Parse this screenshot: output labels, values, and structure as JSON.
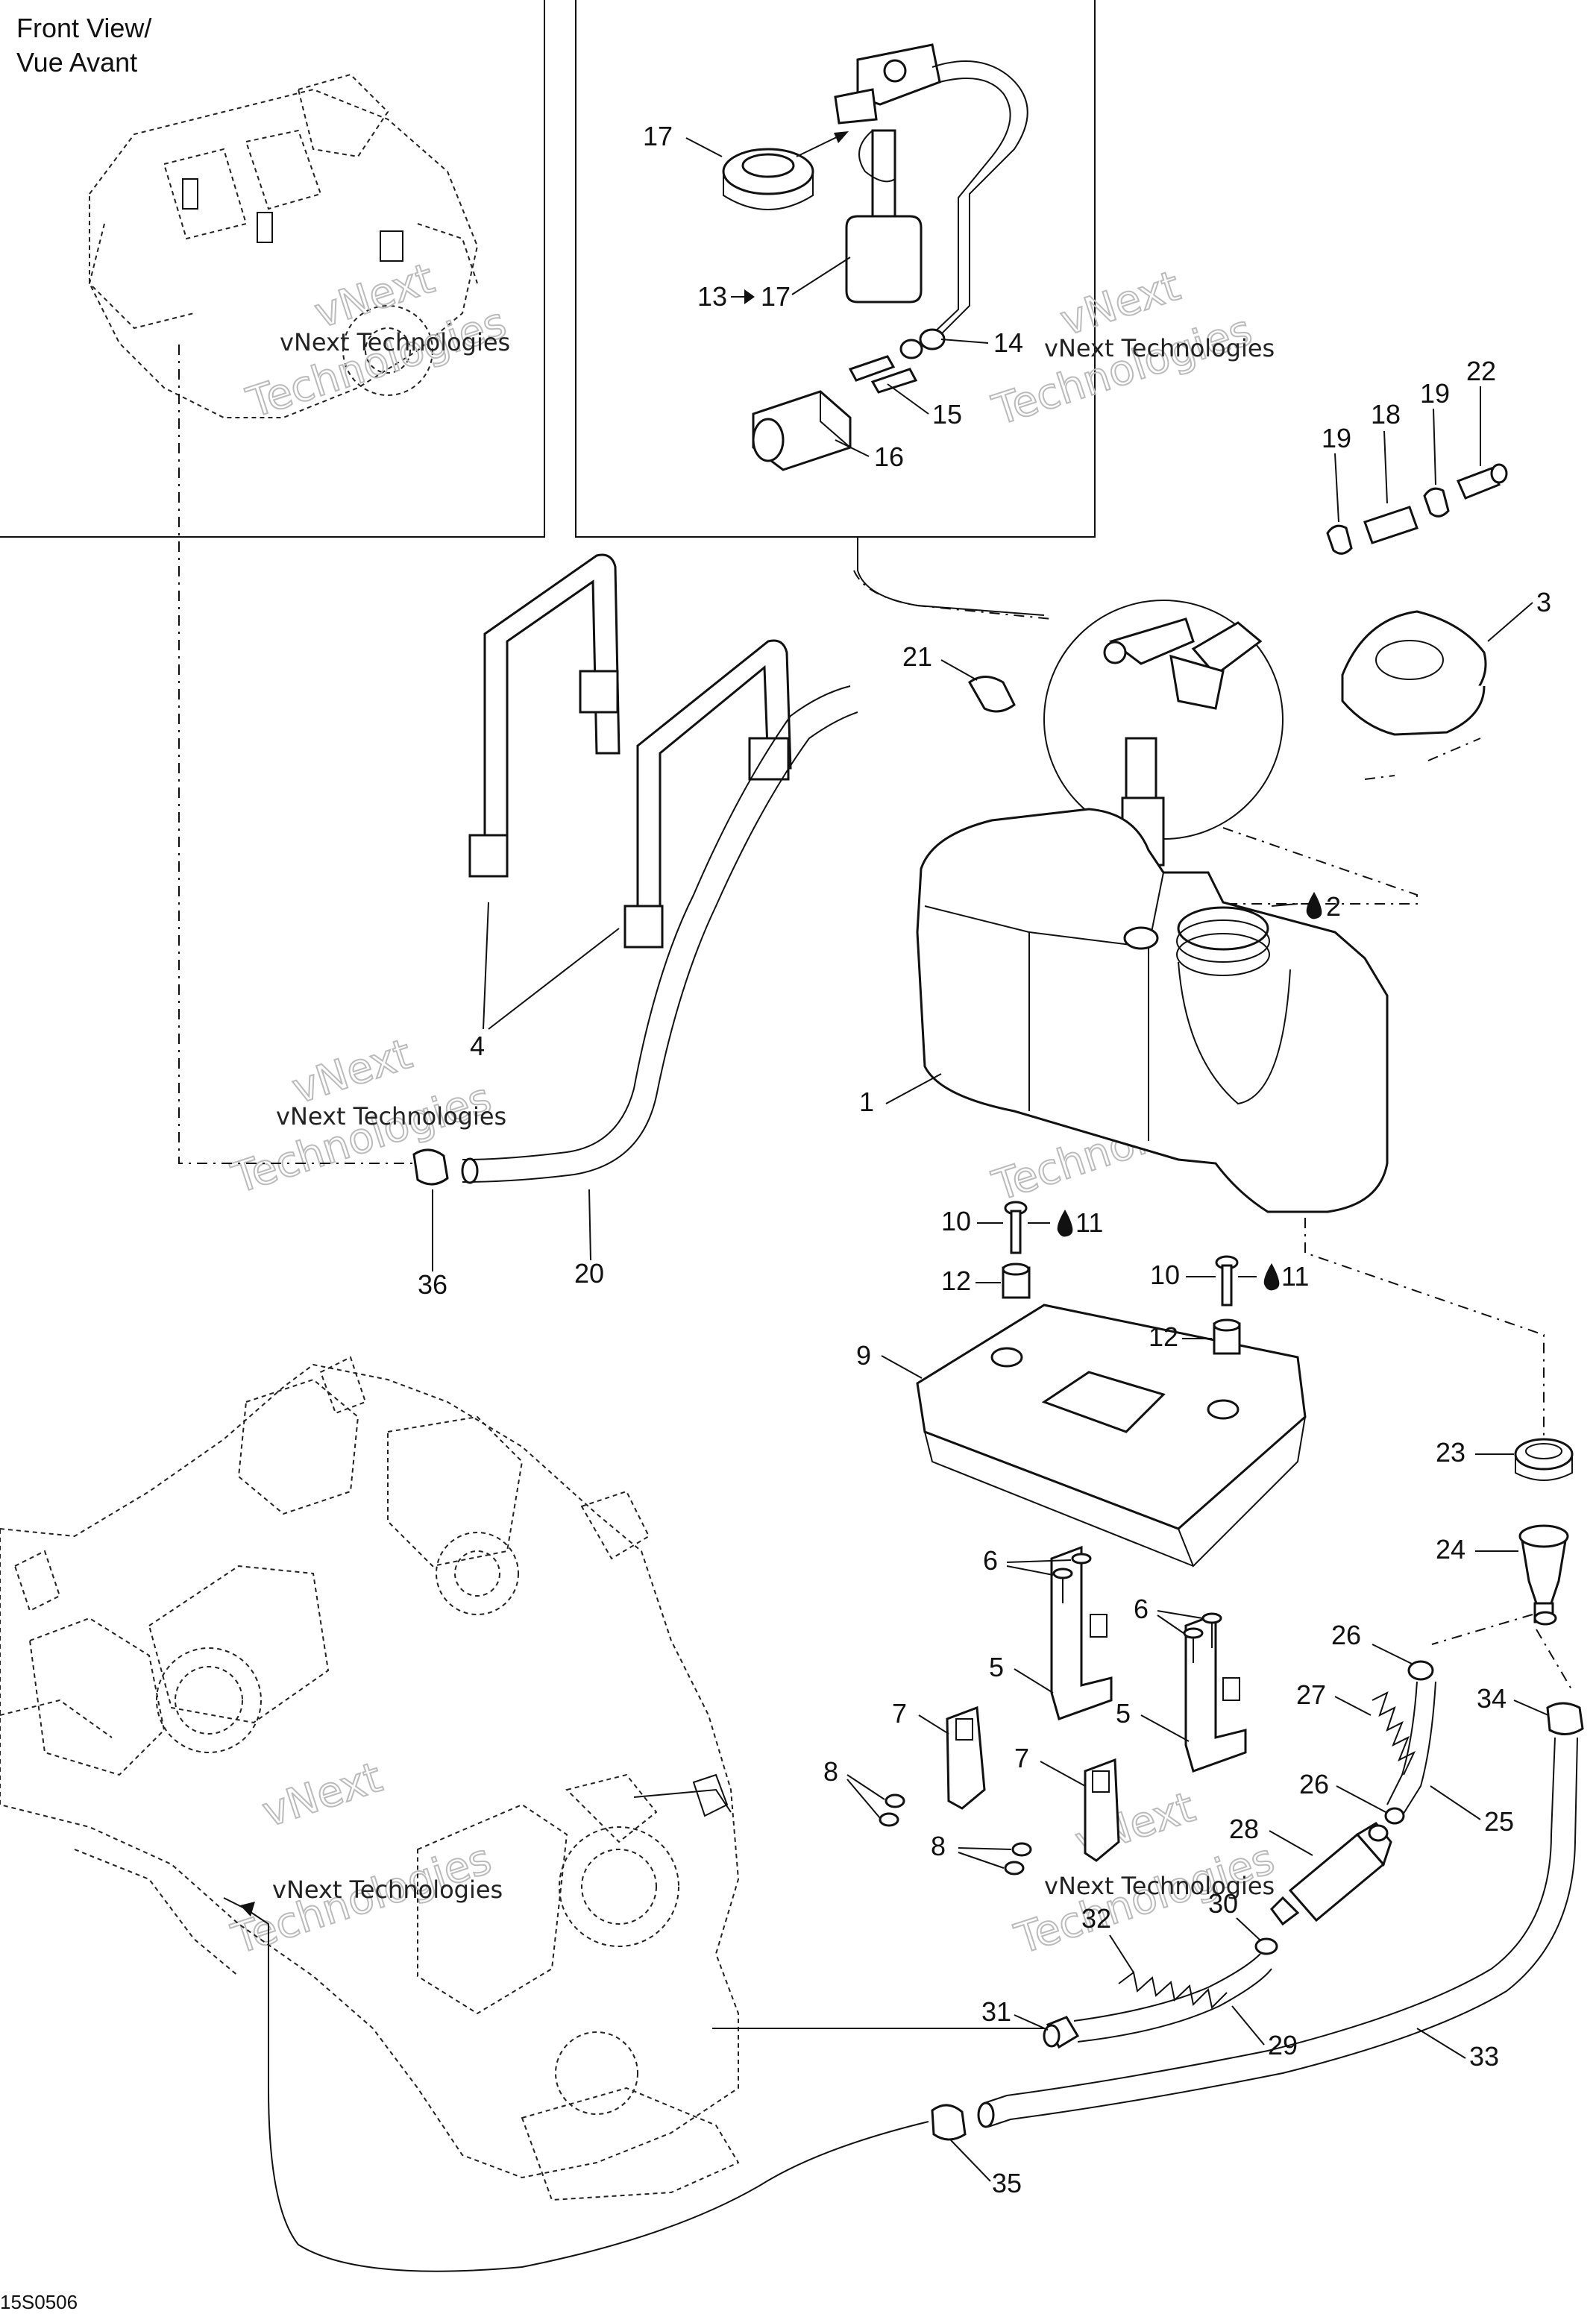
{
  "front_view_label": {
    "line1": "Front View/",
    "line2": "Vue Avant"
  },
  "watermark": {
    "company": "vNext Technologies",
    "outline_1": "vNext",
    "outline_2": "Technologies"
  },
  "drawing_code": "15S0506",
  "callouts": {
    "c1": "1",
    "c2": "2",
    "c3": "3",
    "c4": "4",
    "c5a": "5",
    "c5b": "5",
    "c6a": "6",
    "c6b": "6",
    "c7a": "7",
    "c7b": "7",
    "c8a": "8",
    "c8b": "8",
    "c9": "9",
    "c10a": "10",
    "c10b": "10",
    "c11a": "11",
    "c11b": "11",
    "c12a": "12",
    "c12b": "12",
    "c13": "13",
    "c13to": "17",
    "c14": "14",
    "c15": "15",
    "c16": "16",
    "c17": "17",
    "c18": "18",
    "c19a": "19",
    "c19b": "19",
    "c20": "20",
    "c21": "21",
    "c22": "22",
    "c23": "23",
    "c24": "24",
    "c25": "25",
    "c26a": "26",
    "c26b": "26",
    "c27": "27",
    "c28": "28",
    "c29": "29",
    "c30": "30",
    "c31": "31",
    "c32": "32",
    "c33": "33",
    "c34": "34",
    "c35": "35",
    "c36": "36"
  },
  "icons": {
    "lubricant": "oil-drop-icon",
    "range_arrow": "arrow-right-icon"
  }
}
